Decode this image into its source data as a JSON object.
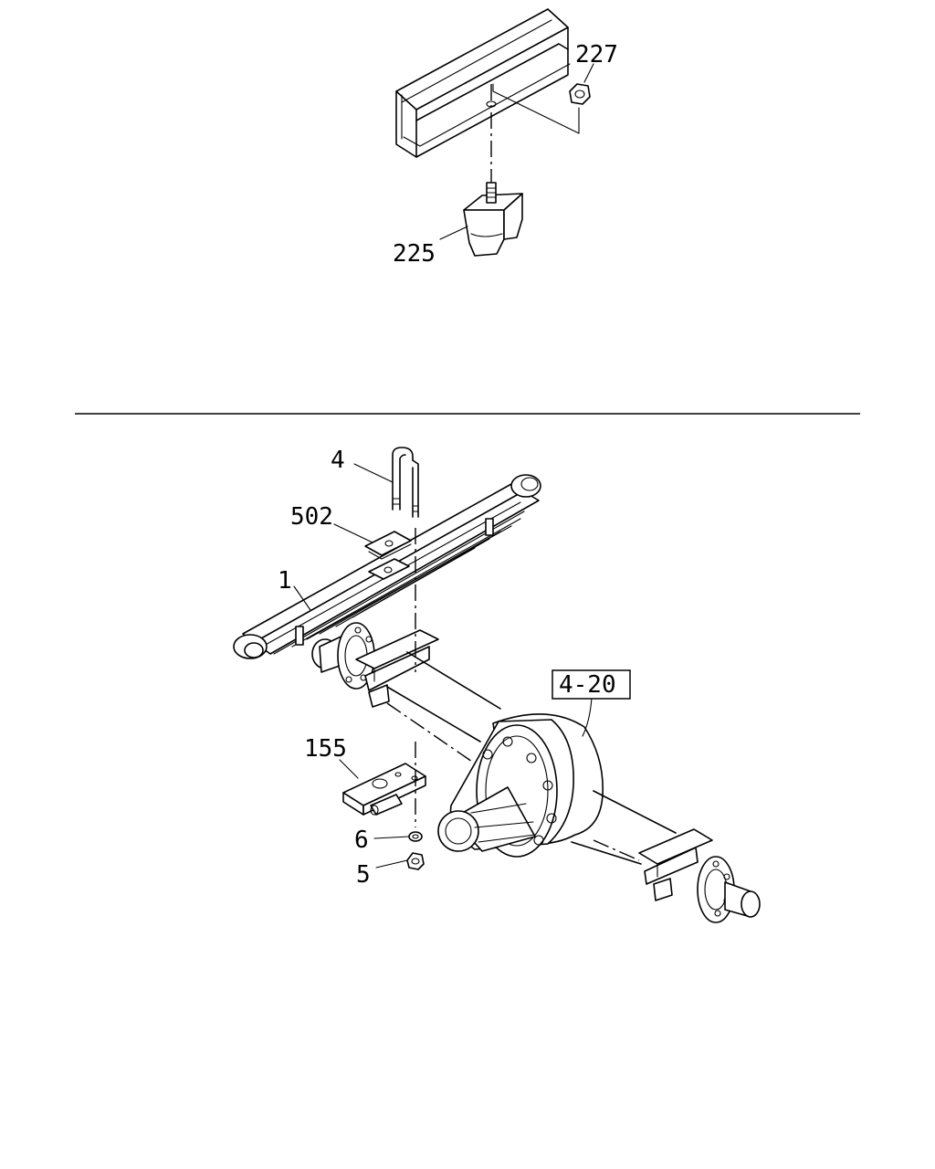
{
  "callouts": {
    "p227": "227",
    "p225": "225",
    "p4": "4",
    "p502": "502",
    "p1": "1",
    "p4_20": "4-20",
    "p155": "155",
    "p6": "6",
    "p5": "5"
  }
}
